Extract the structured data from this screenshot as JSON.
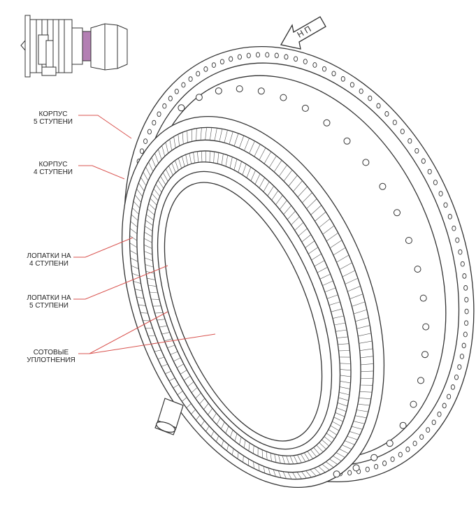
{
  "direction_marker": {
    "text": "Н П"
  },
  "labels": [
    {
      "id": "case5",
      "line1": "КОРПУС",
      "line2": "5 СТУПЕНИ"
    },
    {
      "id": "case4",
      "line1": "КОРПУС",
      "line2": "4 СТУПЕНИ"
    },
    {
      "id": "blades4",
      "line1": "ЛОПАТКИ НА",
      "line2": "4 СТУПЕНИ"
    },
    {
      "id": "blades5",
      "line1": "ЛОПАТКИ НА",
      "line2": "5 СТУПЕНИ"
    },
    {
      "id": "seals",
      "line1": "СОТОВЫЕ",
      "line2": "УПЛОТНЕНИЯ"
    }
  ],
  "colors": {
    "leader": "#d9534f",
    "line": "#333333",
    "accent": "#b37fb3"
  },
  "icons": [
    "engine-locator-icon",
    "forward-direction-arrow-icon"
  ]
}
